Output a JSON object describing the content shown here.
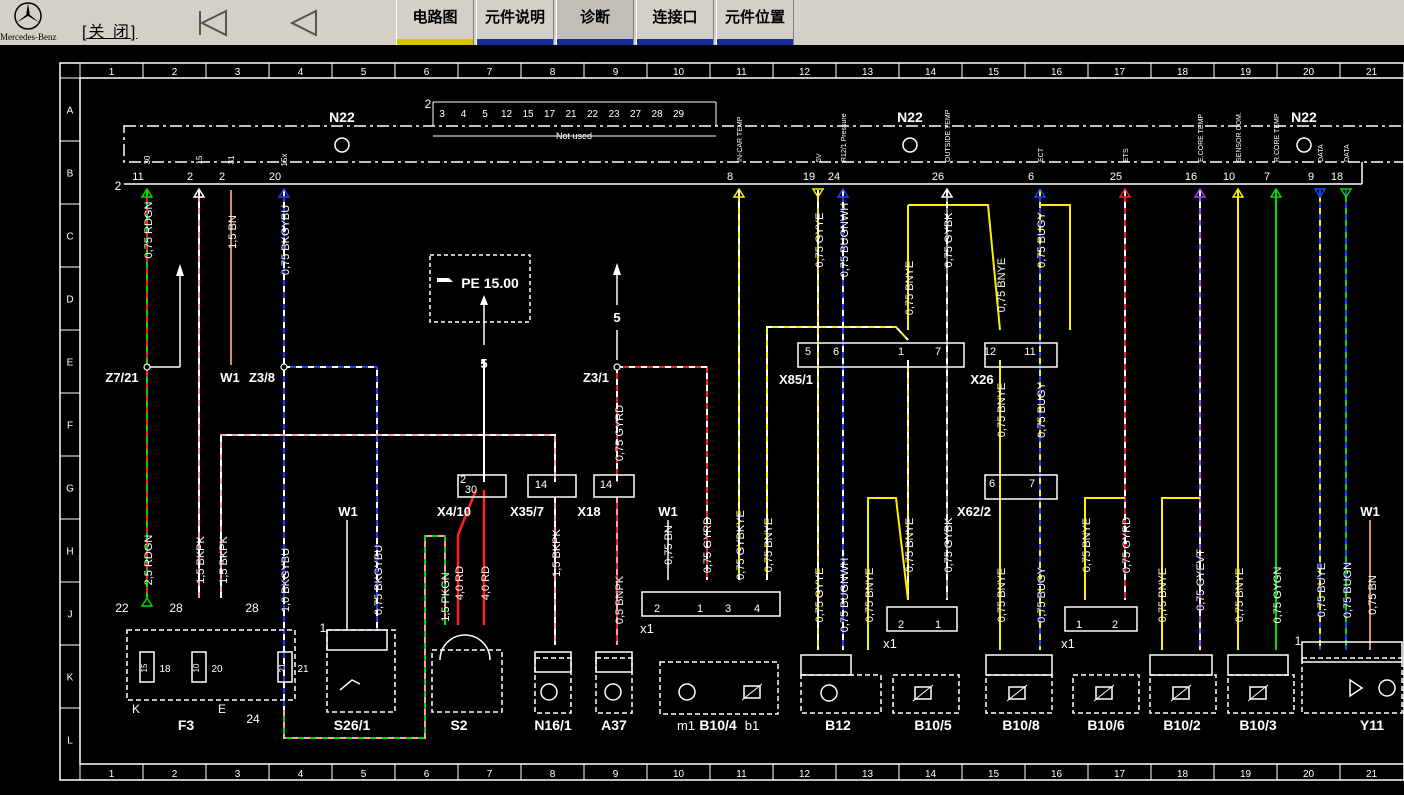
{
  "toolbar": {
    "logo_text": "Mercedes-Benz",
    "close_label": "[关 闭]",
    "tabs": [
      {
        "label": "电路图",
        "active": true
      },
      {
        "label": "元件说明",
        "active": false
      },
      {
        "label": "诊断",
        "active": false
      },
      {
        "label": "连接口",
        "active": false
      },
      {
        "label": "元件位置",
        "active": false
      }
    ]
  },
  "colors": {
    "yellow": "#ffee00",
    "green": "#00dd00",
    "red": "#ff2020",
    "pink": "#ff9fb0",
    "blue": "#2040ff",
    "grey": "#a0a0a0",
    "brown": "#d09060",
    "violet": "#b040ff",
    "white": "#ffffff"
  },
  "grid": {
    "columns": [
      "1",
      "2",
      "3",
      "4",
      "5",
      "6",
      "7",
      "8",
      "9",
      "10",
      "11",
      "12",
      "13",
      "14",
      "15",
      "16",
      "17",
      "18",
      "19",
      "20",
      "21"
    ],
    "rows": [
      "A",
      "B",
      "C",
      "D",
      "E",
      "F",
      "G",
      "H",
      "J",
      "K",
      "L"
    ]
  },
  "module": {
    "name": "N22",
    "pins_left": [
      "11",
      "2",
      "2",
      "20"
    ],
    "pin_funcs_left": [
      "30",
      "15",
      "31",
      "15x"
    ],
    "not_used_label": "Not used",
    "not_used_pins": [
      "2",
      "3",
      "4",
      "5",
      "12",
      "15",
      "17",
      "21",
      "22",
      "23",
      "27",
      "28",
      "29"
    ],
    "pins_right": [
      {
        "pin": "8",
        "func": "IN-CAR TEMP"
      },
      {
        "pin": "19",
        "func": "5V"
      },
      {
        "pin": "24",
        "func": "R12/1 Pressure"
      },
      {
        "pin": "26",
        "func": "OUTSIDE TEMP"
      },
      {
        "pin": "6",
        "func": "ECT"
      },
      {
        "pin": "25",
        "func": "ETS"
      },
      {
        "pin": "16",
        "func": "E.CORE TEMP"
      },
      {
        "pin": "10",
        "func": "SENSOR COM."
      },
      {
        "pin": "7",
        "func": "R.CORE TEMP"
      },
      {
        "pin": "9",
        "func": "DATA"
      },
      {
        "pin": "18",
        "func": "DATA"
      }
    ]
  },
  "wires": [
    "0,75 RDGN",
    "1,5 BN",
    "0,75 BKGYBU",
    "2,5 RDGN",
    "1,5 BKPK",
    "1,5 BKPK",
    "1,0 BKGYBU",
    "0,75 BKGYBU",
    "1,5 PKGN",
    "4,0 RD",
    "4,0 RD",
    "1,5 BKPK",
    "0,75 GYRD",
    "0,5 BNPK",
    "0,75 BN",
    "0,75 GYRD",
    "0,75 GYBKYE",
    "0,75 BNYE",
    "0,75 GYYE",
    "0,75 BUGNWH",
    "0,75 BNYE",
    "0,75 GYBK",
    "0,75 BNYE",
    "0,75 BUGY",
    "0,75 BNYE",
    "0,75 BUGY",
    "0,75 BNYE",
    "0,75 GYBK",
    "0,75 GYYE",
    "0,75 BUGNWH",
    "0,75 BNYE",
    "0,75 BNYE",
    "0,75 BUGY",
    "0,75 BNYE",
    "0,75 GYRD",
    "0,75 BNYE",
    "0,75 GYEVT",
    "0,75 BNYE",
    "0,75 GYGN",
    "0,75 BUYE",
    "0,75 BUGN",
    "0,75 BN"
  ],
  "connectors": {
    "z7": "Z7/21",
    "w1_top": "W1",
    "z38": "Z3/8",
    "z31": "Z3/1",
    "pe": "PE 15.00",
    "x85": "X85/1",
    "x26": "X26",
    "x62": "X62/2",
    "x410": "X4/10",
    "x357": "X35/7",
    "x18": "X18",
    "w1_a": "W1",
    "w1_b": "W1",
    "w1_c": "W1",
    "five_a": "5",
    "five_b": "5"
  },
  "components": [
    "F3",
    "S26/1",
    "S2",
    "N16/1",
    "A37",
    "m1",
    "B10/4",
    "b1",
    "B12",
    "B10/5",
    "B10/8",
    "B10/6",
    "B10/2",
    "B10/3",
    "Y11"
  ]
}
